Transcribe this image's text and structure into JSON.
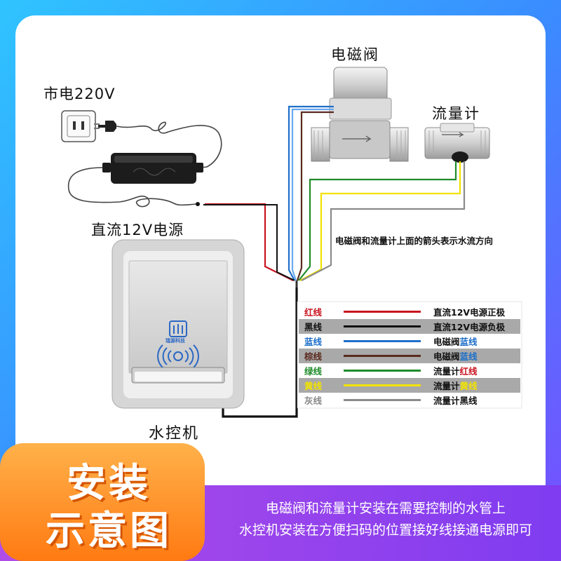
{
  "labels": {
    "mains": "市电220V",
    "valve": "电磁阀",
    "flowmeter": "流量计",
    "power_supply": "直流12V电源",
    "controller": "水控机",
    "controller_logo": "瑞源科技",
    "flow_note": "电磁阀和流量计上面的箭头表示水流方向"
  },
  "legend": [
    {
      "name": "红线",
      "color": "#c8141e",
      "desc": "直流12V电源",
      "hl": "正极",
      "name_color": "#c8141e",
      "hl_color": "#111111",
      "shade": false
    },
    {
      "name": "黑线",
      "color": "#111111",
      "desc": "直流12V电源",
      "hl": "负极",
      "name_color": "#111111",
      "hl_color": "#111111",
      "shade": true
    },
    {
      "name": "蓝线",
      "color": "#1f6fc9",
      "desc": "电磁阀",
      "hl": "蓝线",
      "name_color": "#1f6fc9",
      "hl_color": "#1f6fc9",
      "shade": false
    },
    {
      "name": "棕线",
      "color": "#5a2a1e",
      "desc": "电磁阀",
      "hl": "蓝线",
      "name_color": "#5a2a1e",
      "hl_color": "#1f6fc9",
      "shade": true
    },
    {
      "name": "绿线",
      "color": "#1f8c2a",
      "desc": "流量计",
      "hl": "红线",
      "name_color": "#1f8c2a",
      "hl_color": "#c8141e",
      "shade": false
    },
    {
      "name": "黄线",
      "color": "#f2e200",
      "desc": "流量计",
      "hl": "黄线",
      "name_color": "#f2e200",
      "hl_color": "#f2e200",
      "shade": true
    },
    {
      "name": "灰线",
      "color": "#8a8a8a",
      "desc": "流量计",
      "hl": "黑线",
      "name_color": "#8a8a8a",
      "hl_color": "#111111",
      "shade": false
    }
  ],
  "tag": {
    "line1": "安装",
    "line2": "示意图"
  },
  "footer": {
    "line1": "电磁阀和流量计安装在需要控制的水管上",
    "line2": "水控机安装在方便扫码的位置接好线接通电源即可"
  },
  "colors": {
    "frame_blue": "#3aa8ff",
    "accent_orange": "#ff8a1e",
    "footer_purple": "#8a36e0"
  }
}
